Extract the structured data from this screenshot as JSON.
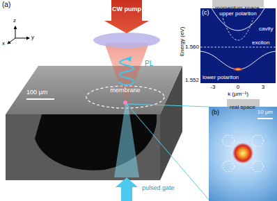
{
  "diagram": {
    "nodes": [
      {
        "text": [
          "momentum space"
        ]
      },
      {
        "text": [
          "real space"
        ]
      }
    ],
    "labels": [
      "(a)",
      "CW pump",
      "z",
      "x",
      "y",
      "PL",
      "100 µm",
      "membrane",
      "pulsed gate",
      "(c)",
      "upper polariton",
      "cavity",
      "exciton",
      "Energy (eV)",
      "1.560",
      "1.552",
      "lower polariton",
      "-3",
      "0",
      "3",
      "k (µm⁻¹)",
      "(b)",
      "10 µm"
    ]
  }
}
